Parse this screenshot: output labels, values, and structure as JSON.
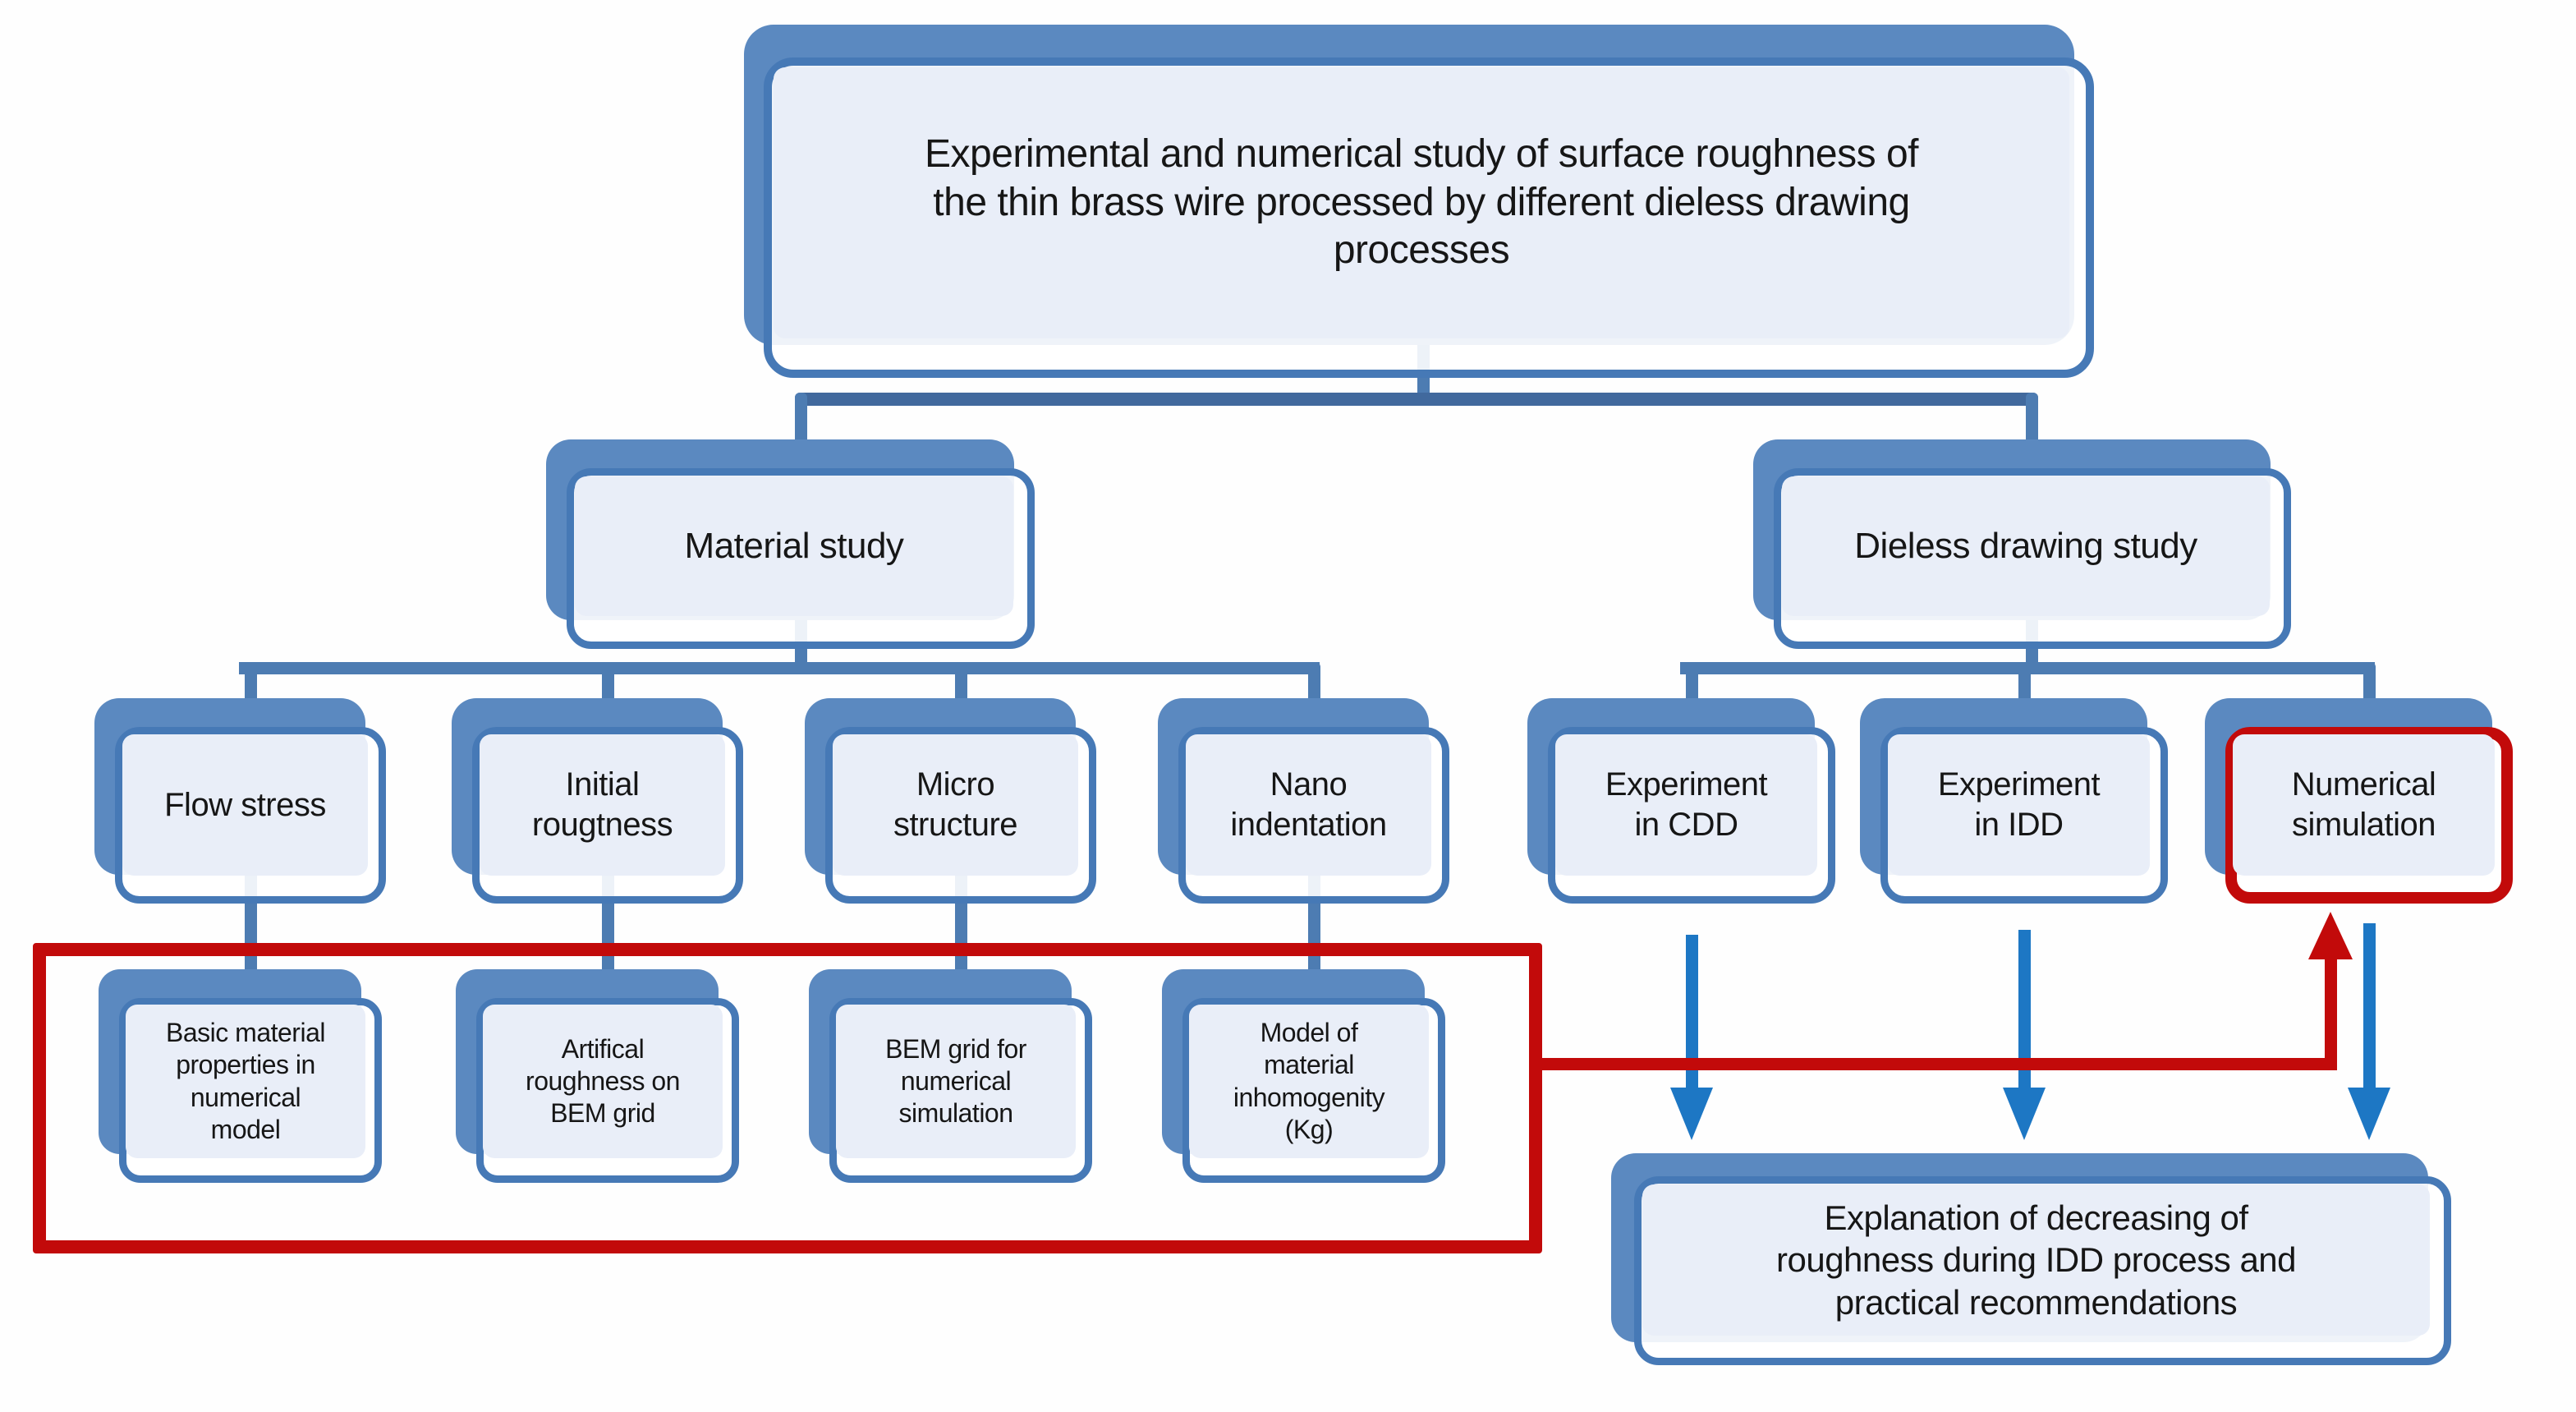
{
  "colors": {
    "background": "#fefefe",
    "accent_blue": "#4679b6",
    "shadow_blue": "#5b89c0",
    "panel_blue": "#e9eef8",
    "connector_blue": "#4d7cb2",
    "connector_dark_blue": "#41699d",
    "arrow_blue": "#1d77c4",
    "highlight_red": "#c20a0a",
    "text_color": "#161616"
  },
  "nodes": {
    "root": {
      "label": "Experimental and numerical study of surface roughness of\nthe thin brass wire processed by different dieless drawing\nprocesses"
    },
    "material": {
      "label": "Material study"
    },
    "dieless": {
      "label": "Dieless drawing study"
    },
    "flow_stress": {
      "label": "Flow stress"
    },
    "initial_roughness": {
      "label": "Initial\nrougtness"
    },
    "micro_structure": {
      "label": "Micro\nstructure"
    },
    "nano_indentation": {
      "label": "Nano\nindentation"
    },
    "exp_cdd": {
      "label": "Experiment\nin CDD"
    },
    "exp_idd": {
      "label": "Experiment\nin IDD"
    },
    "numerical_simulation": {
      "label": "Numerical\nsimulation"
    },
    "basic_material": {
      "label": "Basic material\nproperties in\nnumerical\nmodel"
    },
    "artificial_roughness": {
      "label": "Artifical\nroughness on\nBEM grid"
    },
    "bem_grid": {
      "label": "BEM grid for\nnumerical\nsimulation"
    },
    "inhomogeneity": {
      "label": "Model of\nmaterial\ninhomogenity\n(Kg)"
    },
    "explanation": {
      "label": "Explanation of decreasing of\nroughness  during IDD process and\npractical recommendations"
    }
  }
}
